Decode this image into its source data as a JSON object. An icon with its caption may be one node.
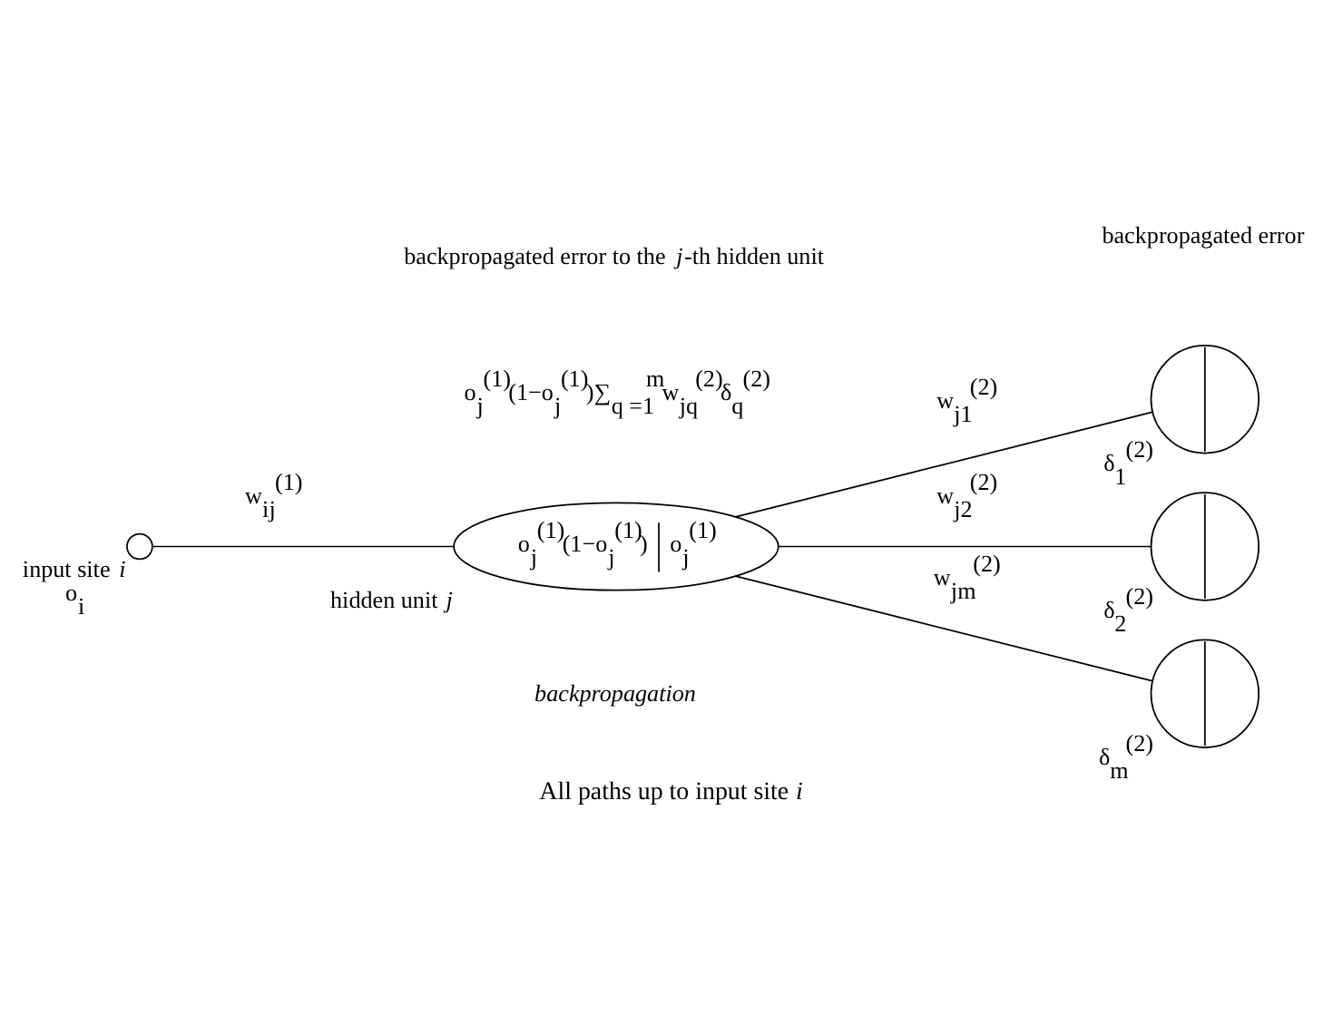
{
  "diagram": {
    "caption": "All paths up to input site *i*",
    "nodes": [
      {
        "text": [],
        "shape": "circle",
        "beside": [
          "input site *i*",
          "o$_{i}$"
        ]
      },
      {
        "text": [
          "o$_{j}$$^{(1)}$(1−o$_{j}$$^{(1)}$)",
          "o$_{j}$$^{(1)}$"
        ],
        "beside": [
          "hidden unit *j*"
        ]
      },
      {
        "text": [],
        "shape": "circle",
        "beside": [
          "δ$_{1}$$^{(2)}$"
        ]
      },
      {
        "text": [],
        "shape": "circle",
        "beside": [
          "δ$_{2}$$^{(2)}$"
        ]
      },
      {
        "text": [],
        "shape": "circle",
        "beside": [
          "δ$_{m}$$^{(2)}$"
        ]
      }
    ],
    "edges": [
      {
        "from": 0,
        "to": 1,
        "arrow": "none",
        "label": "w$_{ij}$$^{(1)}$"
      },
      {
        "from": 1,
        "to": 2,
        "arrow": "none",
        "label": "w$_{j1}$$^{(2)}$"
      },
      {
        "from": 1,
        "to": 3,
        "arrow": "none",
        "label": "w$_{j2}$$^{(2)}$"
      },
      {
        "from": 1,
        "to": 4,
        "arrow": "none",
        "label": "w$_{jm}$$^{(2)}$"
      }
    ],
    "labels": [
      "backpropagated error",
      "backpropagated error to the *j*-th hidden unit",
      "o$_{j}$$^{(1)}$(1−o$_{j}$$^{(1)}$)∑$_{q =1}$$^{m}$w$_{jq}$$^{(2)}$δ$_{q}$$^{(2)}$",
      "*backpropagation*"
    ]
  }
}
